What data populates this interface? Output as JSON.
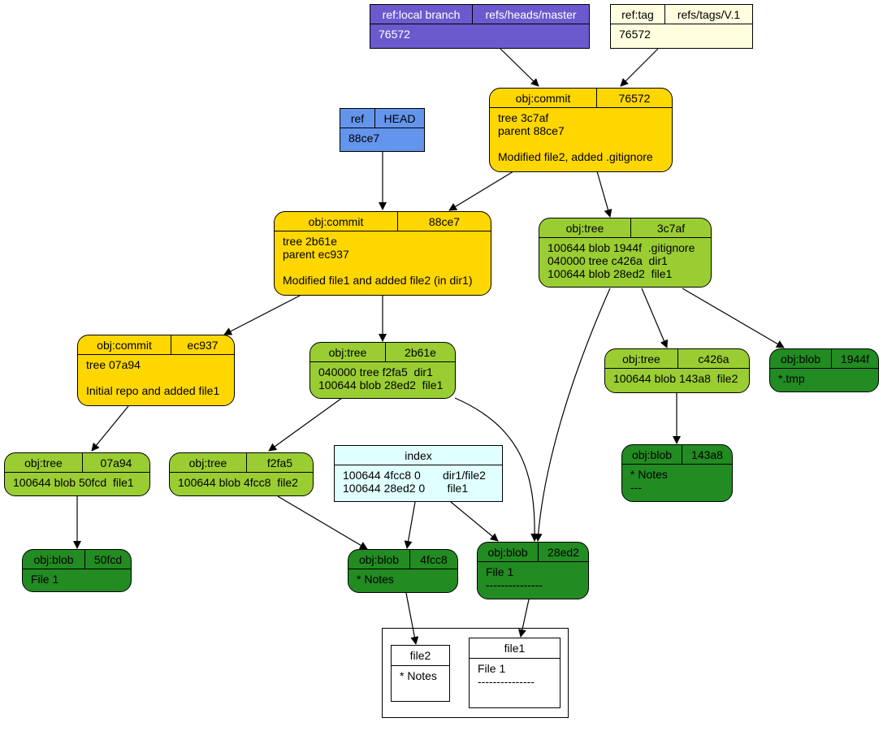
{
  "colors": {
    "local_branch": "#6a5acd",
    "tag": "#ffffe0",
    "head": "#6495ed",
    "commit": "#ffd700",
    "tree": "#9acd32",
    "blob": "#228b22",
    "index": "#e0ffff",
    "file": "#ffffff"
  },
  "refs": {
    "master": {
      "type": "ref:local branch",
      "name": "refs/heads/master",
      "target": "76572"
    },
    "tag": {
      "type": "ref:tag",
      "name": "refs/tags/V.1",
      "target": "76572"
    },
    "head": {
      "type": "ref",
      "name": "HEAD",
      "target": "88ce7"
    }
  },
  "commits": {
    "c76572": {
      "type": "obj:commit",
      "id": "76572",
      "lines": [
        "tree 3c7af",
        "parent 88ce7",
        "",
        "Modified file2, added .gitignore"
      ]
    },
    "c88ce7": {
      "type": "obj:commit",
      "id": "88ce7",
      "lines": [
        "tree 2b61e",
        "parent ec937",
        "",
        "Modified file1 and added file2 (in dir1)"
      ]
    },
    "cec937": {
      "type": "obj:commit",
      "id": "ec937",
      "lines": [
        "tree 07a94",
        "",
        "Initial repo and added file1"
      ]
    }
  },
  "trees": {
    "t3c7af": {
      "type": "obj:tree",
      "id": "3c7af",
      "lines": [
        "100644 blob 1944f  .gitignore",
        "040000 tree c426a  dir1",
        "100644 blob 28ed2  file1"
      ]
    },
    "t2b61e": {
      "type": "obj:tree",
      "id": "2b61e",
      "lines": [
        "040000 tree f2fa5  dir1",
        "100644 blob 28ed2  file1"
      ]
    },
    "t07a94": {
      "type": "obj:tree",
      "id": "07a94",
      "lines": [
        "100644 blob 50fcd  file1"
      ]
    },
    "tf2fa5": {
      "type": "obj:tree",
      "id": "f2fa5",
      "lines": [
        "100644 blob 4fcc8  file2"
      ]
    },
    "tc426a": {
      "type": "obj:tree",
      "id": "c426a",
      "lines": [
        "100644 blob 143a8  file2"
      ]
    }
  },
  "blobs": {
    "b1944f": {
      "type": "obj:blob",
      "id": "1944f",
      "lines": [
        "*.tmp"
      ]
    },
    "b143a8": {
      "type": "obj:blob",
      "id": "143a8",
      "lines": [
        "* Notes",
        "---"
      ]
    },
    "b50fcd": {
      "type": "obj:blob",
      "id": "50fcd",
      "lines": [
        "File 1"
      ]
    },
    "b4fcc8": {
      "type": "obj:blob",
      "id": "4fcc8",
      "lines": [
        "* Notes"
      ]
    },
    "b28ed2": {
      "type": "obj:blob",
      "id": "28ed2",
      "lines": [
        "File 1",
        "---------------"
      ]
    }
  },
  "index": {
    "title": "index",
    "lines": [
      "100644 4fcc8 0       dir1/file2",
      "100644 28ed2 0       file1"
    ]
  },
  "workdir": {
    "file2": {
      "name": "file2",
      "lines": [
        "* Notes"
      ]
    },
    "file1": {
      "name": "file1",
      "lines": [
        "File 1",
        "---------------"
      ]
    }
  }
}
